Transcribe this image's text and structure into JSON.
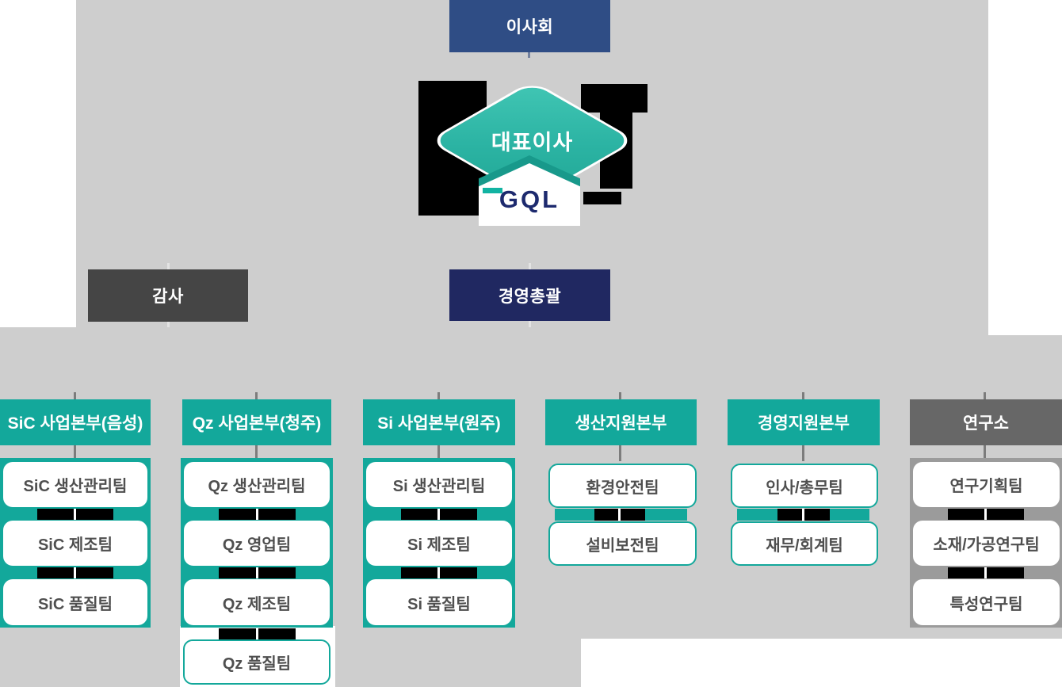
{
  "org": {
    "board": "이사회",
    "ceo": "대표이사",
    "logo": "GQL",
    "auditor": "감사",
    "management": "경영총괄",
    "divisions": [
      {
        "name": "SiC 사업본부(음성)",
        "teams": [
          "SiC 생산관리팀",
          "SiC 제조팀",
          "SiC 품질팀"
        ]
      },
      {
        "name": "Qz 사업본부(청주)",
        "teams": [
          "Qz 생산관리팀",
          "Qz 영업팀",
          "Qz 제조팀",
          "Qz 품질팀"
        ]
      },
      {
        "name": "Si 사업본부(원주)",
        "teams": [
          "Si 생산관리팀",
          "Si 제조팀",
          "Si 품질팀"
        ]
      },
      {
        "name": "생산지원본부",
        "teams": [
          "환경안전팀",
          "설비보전팀"
        ]
      },
      {
        "name": "경영지원본부",
        "teams": [
          "인사/총무팀",
          "재무/회계팀"
        ]
      },
      {
        "name": "연구소",
        "teams": [
          "연구기획팀",
          "소재/가공연구팀",
          "특성연구팀"
        ]
      }
    ]
  },
  "colors": {
    "teal": "#13a89b",
    "teal-dark": "#18998b",
    "navy": "#202861",
    "blue": "#2f4d85",
    "dark-gray": "#454545",
    "lab-gray": "#676767",
    "lab-panel": "#9b9b9b",
    "bg-gray": "#cecece",
    "logo-navy": "#1d2a6e",
    "text-gray": "#4f4f4f"
  }
}
